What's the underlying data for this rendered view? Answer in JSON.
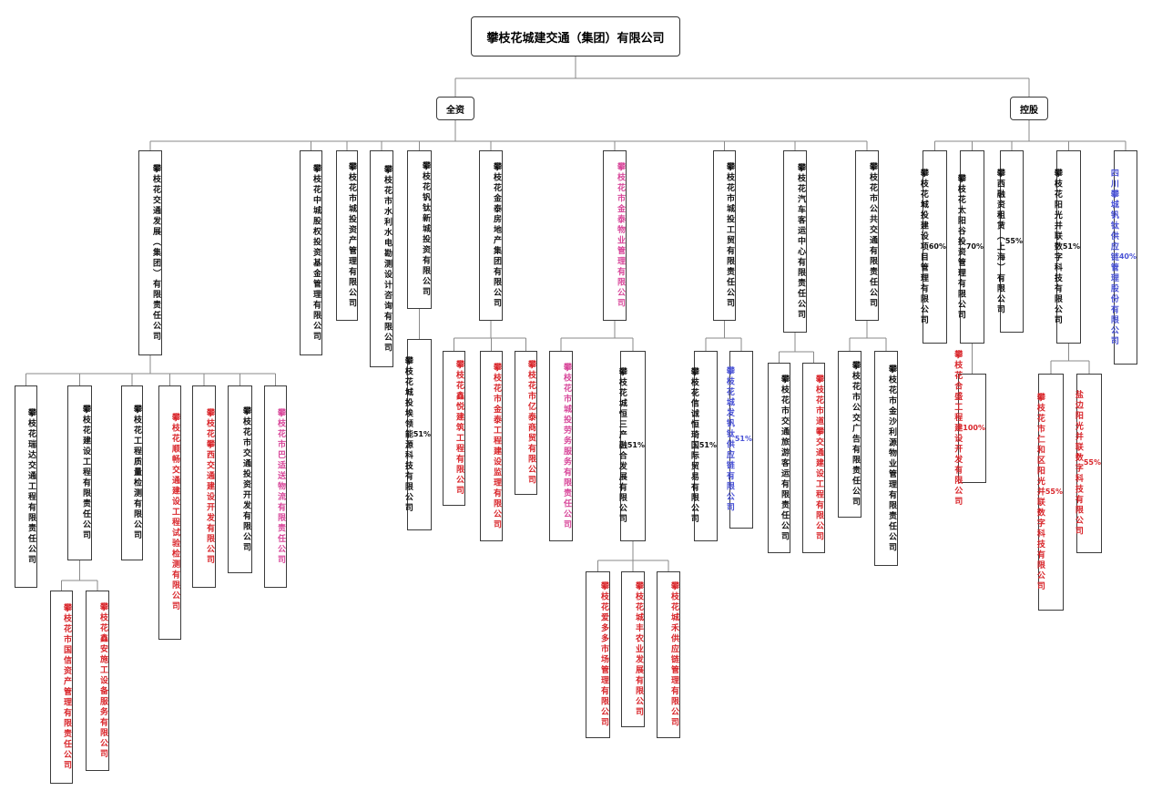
{
  "colors": {
    "black": "#111111",
    "red": "#d9262b",
    "pink": "#d8479a",
    "blue": "#4a53d6",
    "line": "#8a8a8a"
  },
  "root": {
    "label": "攀枝花城建交通（集团）有限公司"
  },
  "groups": {
    "full": "全资",
    "hold": "控股"
  },
  "nodes": [
    {
      "id": "n1",
      "pct": "",
      "name": "攀枝花交通发展（集团）有限责任公司",
      "color": "black"
    },
    {
      "id": "n2",
      "pct": "",
      "name": "攀枝花中城股权投资基金管理有限公司",
      "color": "black"
    },
    {
      "id": "n3",
      "pct": "",
      "name": "攀枝花市城投资产管理有限公司",
      "color": "black"
    },
    {
      "id": "n4",
      "pct": "",
      "name": "攀枝花市水利水电勘测设计咨询有限公司",
      "color": "black"
    },
    {
      "id": "n5",
      "pct": "",
      "name": "攀枝花钒钛新城投资有限公司",
      "color": "black"
    },
    {
      "id": "n6",
      "pct": "",
      "name": "攀枝花金泰房地产集团有限公司",
      "color": "black"
    },
    {
      "id": "n7",
      "pct": "",
      "name": "攀枝花市金泰物业管理有限公司",
      "color": "pink"
    },
    {
      "id": "n8",
      "pct": "",
      "name": "攀枝花市城投工贸有限责任公司",
      "color": "black"
    },
    {
      "id": "n9",
      "pct": "",
      "name": "攀枝花汽车客运中心有限责任公司",
      "color": "black"
    },
    {
      "id": "n10",
      "pct": "",
      "name": "攀枝花市公共交通有限责任公司",
      "color": "black"
    },
    {
      "id": "n11",
      "pct": "60%",
      "name": "攀枝花城投建设项目管理有限公司",
      "color": "black"
    },
    {
      "id": "n12",
      "pct": "70%",
      "name": "攀枝花太阳谷投资管理有限公司",
      "color": "black"
    },
    {
      "id": "n13",
      "pct": "55%",
      "name": "攀西融资租赁（上海）有限公司",
      "color": "black"
    },
    {
      "id": "n14",
      "pct": "51%",
      "name": "攀枝花阳光并联数字科技有限公司",
      "color": "black"
    },
    {
      "id": "n15",
      "pct": "40%",
      "name": "四川攀城钒钛供应链管理股份有限公司",
      "color": "blue"
    },
    {
      "id": "c1",
      "pct": "",
      "name": "攀枝花瑞达交通工程有限责任公司",
      "color": "black"
    },
    {
      "id": "c2",
      "pct": "",
      "name": "攀枝花建设工程有限责任公司",
      "color": "black"
    },
    {
      "id": "c3",
      "pct": "",
      "name": "攀枝花工程质量检测有限公司",
      "color": "black"
    },
    {
      "id": "c4",
      "pct": "",
      "name": "攀枝花顺畅交通建设工程试验检测有限公司",
      "color": "red"
    },
    {
      "id": "c5",
      "pct": "",
      "name": "攀枝花攀西交通建设开发有限公司",
      "color": "red"
    },
    {
      "id": "c6",
      "pct": "",
      "name": "攀枝花市交通投资开发有限公司",
      "color": "black"
    },
    {
      "id": "c7",
      "pct": "",
      "name": "攀枝花市巴适送物流有限责任公司",
      "color": "pink"
    },
    {
      "id": "g1",
      "pct": "",
      "name": "攀枝花市国信资产管理有限责任公司",
      "color": "red"
    },
    {
      "id": "g2",
      "pct": "",
      "name": "攀枝花鑫安施工设备服务有限公司",
      "color": "red"
    },
    {
      "id": "c8",
      "pct": "51%",
      "name": "攀枝花城投埃领能源科技有限公司",
      "color": "black"
    },
    {
      "id": "c9",
      "pct": "",
      "name": "攀枝花鑫悦建筑工程有限公司",
      "color": "red"
    },
    {
      "id": "c10",
      "pct": "",
      "name": "攀枝花市金泰工程建设监理有限公司",
      "color": "red"
    },
    {
      "id": "c11",
      "pct": "",
      "name": "攀枝花市亿泰商贸有限公司",
      "color": "red"
    },
    {
      "id": "c12",
      "pct": "",
      "name": "攀枝花市城投劳务服务有限责任公司",
      "color": "pink"
    },
    {
      "id": "c13",
      "pct": "51%",
      "name": "攀枝花城恒三产融合发展有限公司",
      "color": "black"
    },
    {
      "id": "g3",
      "pct": "",
      "name": "攀枝花爱多多市场管理有限公司",
      "color": "red"
    },
    {
      "id": "g4",
      "pct": "",
      "name": "攀枝花城丰农业发展有限公司",
      "color": "red"
    },
    {
      "id": "g5",
      "pct": "",
      "name": "攀枝花城禾供应链管理有限公司",
      "color": "red"
    },
    {
      "id": "c14",
      "pct": "51%",
      "name": "攀枝花信诚恒琦国际贸易有限公司",
      "color": "black"
    },
    {
      "id": "c15",
      "pct": "51%",
      "name": "攀枝花城发钒钛供应链有限公司",
      "color": "blue"
    },
    {
      "id": "c16",
      "pct": "",
      "name": "攀枝花市交通旅游客运有限责任公司",
      "color": "black"
    },
    {
      "id": "c17",
      "pct": "",
      "name": "攀枝花市道攀交通建设工程有限公司",
      "color": "red"
    },
    {
      "id": "c18",
      "pct": "",
      "name": "攀枝花市公交广告有限责任公司",
      "color": "black"
    },
    {
      "id": "c19",
      "pct": "",
      "name": "攀枝花市金沙利源物业管理有限责任公司",
      "color": "black"
    },
    {
      "id": "c20",
      "pct": "100%",
      "name": "攀枝花合盛工程建设开发有限公司",
      "color": "red"
    },
    {
      "id": "c21",
      "pct": "55%",
      "name": "攀枝花市仁和区阳光并联数字科技有限公司",
      "color": "red"
    },
    {
      "id": "c22",
      "pct": "55%",
      "name": "盐边阳光并联数字科技有限公司",
      "color": "red"
    }
  ]
}
